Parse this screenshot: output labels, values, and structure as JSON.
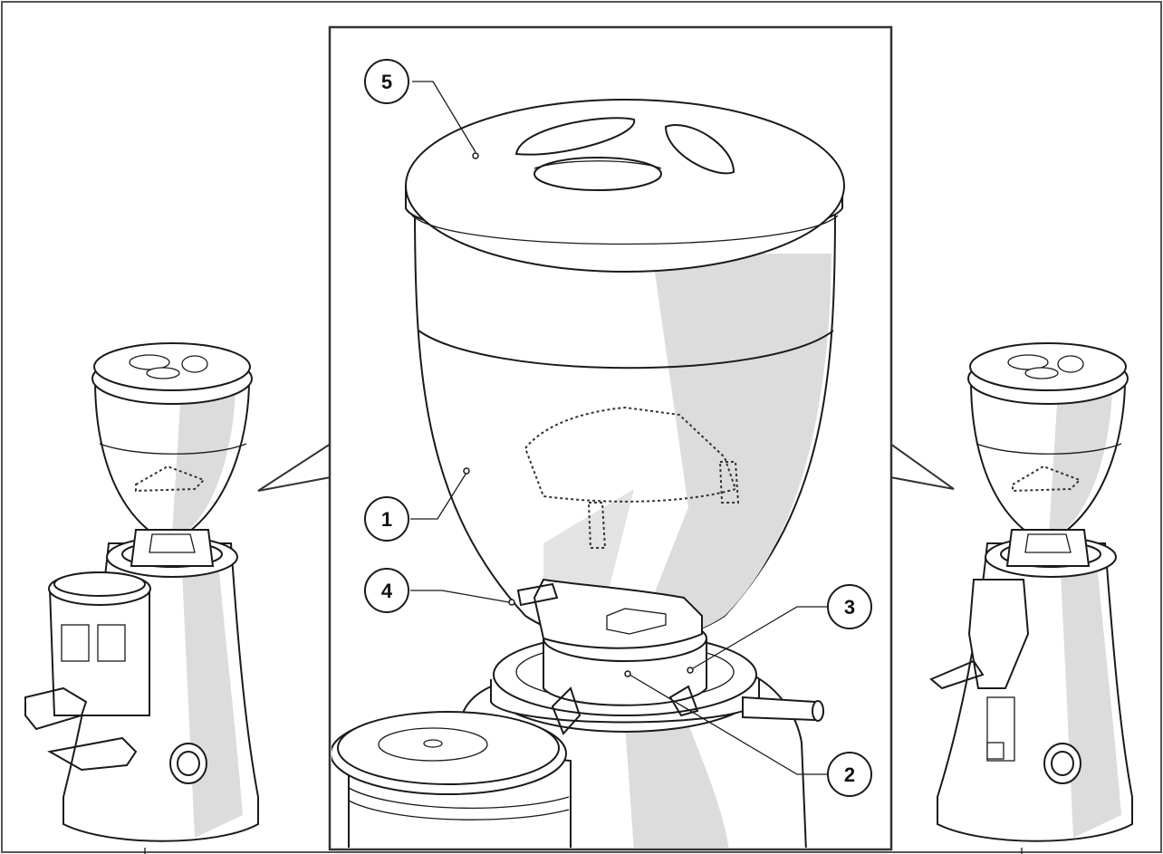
{
  "callouts": [
    {
      "id": "1",
      "label": "1"
    },
    {
      "id": "2",
      "label": "2"
    },
    {
      "id": "3",
      "label": "3"
    },
    {
      "id": "4",
      "label": "4"
    },
    {
      "id": "5",
      "label": "5"
    }
  ],
  "colors": {
    "line": "#1a1a1a",
    "shading": "#dcdcdc",
    "background": "#ffffff"
  }
}
